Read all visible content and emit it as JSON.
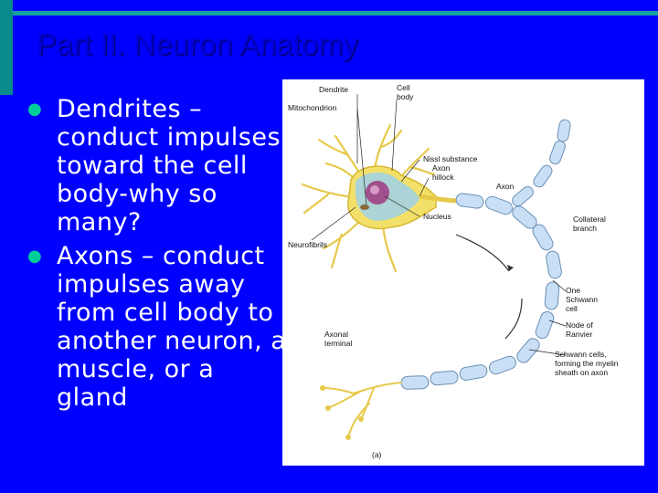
{
  "slide": {
    "title": "Part II. Neuron Anatomy",
    "bullets": [
      {
        "icon": "bullet-dot-icon",
        "text": "Dendrites – conduct impulses toward the cell body-why so many?"
      },
      {
        "icon": "bullet-dot-icon",
        "text": "Axons – conduct impulses away from cell body to another neuron, a muscle, or a gland"
      }
    ]
  },
  "figure": {
    "labels": {
      "dendrite": "Dendrite",
      "cell_body_1": "Cell",
      "cell_body_2": "body",
      "mitochondrion": "Mitochondrion",
      "nissl": "Nissl substance",
      "axon_hillock_1": "Axon",
      "axon_hillock_2": "hillock",
      "axon": "Axon",
      "nucleus": "Nucleus",
      "collateral_1": "Collateral",
      "collateral_2": "branch",
      "neurofibrils": "Neurofibrils",
      "schwann_1": "One",
      "schwann_2": "Schwann",
      "schwann_3": "cell",
      "ranvier_1": "Node of",
      "ranvier_2": "Ranvier",
      "terminal_1": "Axonal",
      "terminal_2": "terminal",
      "sheath_1": "Schwann cells,",
      "sheath_2": "forming the myelin",
      "sheath_3": "sheath on axon",
      "panel": "(a)"
    }
  },
  "colors": {
    "background": "#0000ff",
    "accent_teal": "#14a0a0",
    "title": "#0000d6",
    "bullet": "#00cc99",
    "myelin": "#c9dff5",
    "cell_body": "#f3e06a"
  }
}
